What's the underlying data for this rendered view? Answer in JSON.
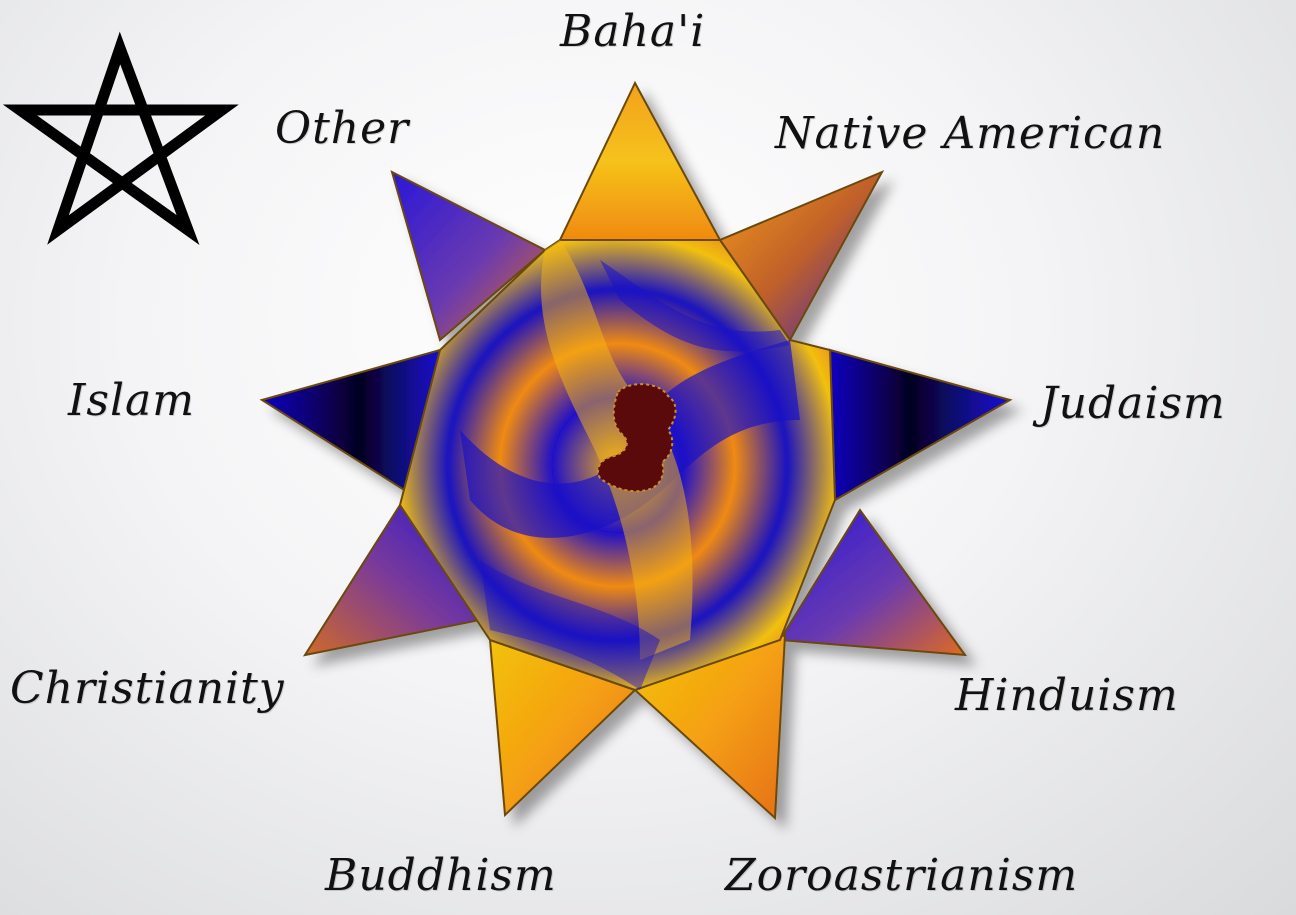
{
  "labels": {
    "bahai": "Baha'i",
    "native_american": "Native American",
    "judaism": "Judaism",
    "hinduism": "Hinduism",
    "zoroastrianism": "Zoroastrianism",
    "buddhism": "Buddhism",
    "christianity": "Christianity",
    "islam": "Islam",
    "other": "Other"
  },
  "icons": {
    "corner_symbol": "pentagram-icon",
    "center_emblem": "swirl-emblem"
  },
  "colors": {
    "orange": "#f7941d",
    "yellow": "#f2c10e",
    "blue": "#1a10c8",
    "purple": "#5a2aa8",
    "dark_red": "#5a0a0a",
    "outline": "#6b4a10"
  }
}
